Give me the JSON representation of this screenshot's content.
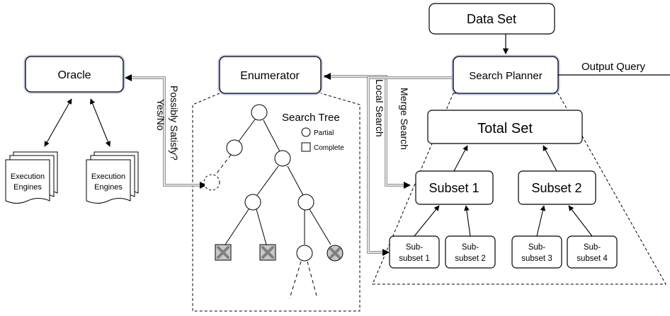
{
  "nodes": {
    "data_set": "Data Set",
    "oracle": "Oracle",
    "enumerator": "Enumerator",
    "search_planner": "Search Planner",
    "total_set": "Total Set",
    "subset_1": "Subset 1",
    "subset_2": "Subset 2",
    "sub_subset_1": [
      "Sub-",
      "subset 1"
    ],
    "sub_subset_2": [
      "Sub-",
      "subset 2"
    ],
    "sub_subset_3": [
      "Sub-",
      "subset 3"
    ],
    "sub_subset_4": [
      "Sub-",
      "subset 4"
    ],
    "execution_engines_left": [
      "Execution",
      "Engines"
    ],
    "execution_engines_right": [
      "Execution",
      "Engines"
    ]
  },
  "edge_labels": {
    "output_query": "Output Query",
    "possibly_satisfy": "Possibly Satisfy?",
    "yes_no": "Yes/No",
    "local_search": "Local Search",
    "merge_search": "Merge Search"
  },
  "search_tree": {
    "title": "Search Tree",
    "legend": [
      {
        "shape": "circle",
        "label": "Partial"
      },
      {
        "shape": "square",
        "label": "Complete"
      }
    ]
  },
  "colors": {
    "stroke": "#000000",
    "component_glow": "#8a9ad8",
    "connector": "#777777",
    "pruned_fill": "#c8c8c8",
    "cross": "#808080"
  }
}
